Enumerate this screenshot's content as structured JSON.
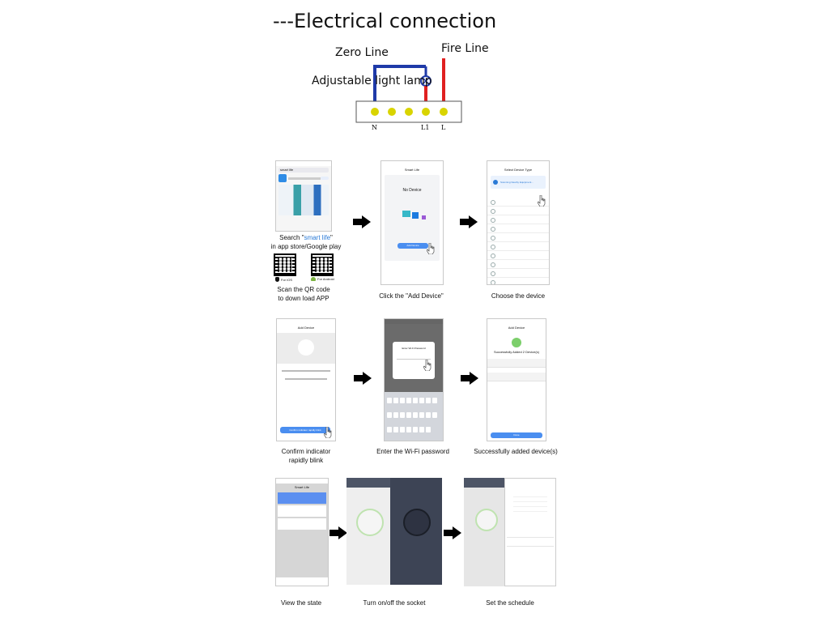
{
  "title": "---Electrical connection",
  "wiring": {
    "zero_line": "Zero Line",
    "fire_line": "Fire Line",
    "lamp": "Adjustable light lamp",
    "terminals": [
      "N",
      "L1",
      "L"
    ],
    "colors": {
      "neutral": "#1f3aa8",
      "live": "#e02020",
      "terminal": "#d9d400"
    }
  },
  "steps": {
    "search": {
      "caption_pre": "Search \"",
      "keyword": "smart life",
      "caption_post": "\"",
      "caption_line2": "in app store/Google play"
    },
    "qr": {
      "ios": "For IOS",
      "android": "For Android",
      "caption_line1": "Scan the QR code",
      "caption_line2": "to down load APP"
    },
    "add_device": {
      "caption": "Click the \"Add Device\"",
      "screen_title": "Smart Life",
      "no_device": "No Device",
      "button": "Add Device"
    },
    "choose": {
      "caption": "Choose the device",
      "screen_title": "Select Device Type",
      "scanning": "Scanning Nearby Equipment..."
    },
    "confirm": {
      "caption_line1": "Confirm indicator",
      "caption_line2": "rapidly blink",
      "screen_title": "Add Device",
      "button": "Confirm indicator rapidly blink"
    },
    "wifi": {
      "caption": "Enter the Wi-Fi password",
      "dialog_title": "Enter Wi-Fi Password"
    },
    "added": {
      "caption": "Successfully added device(s)",
      "screen_title": "Add Device",
      "message": "Successfully Added 2 Device(s)",
      "done": "Done"
    },
    "view": {
      "caption": "View the state",
      "screen_title": "Smart Life"
    },
    "toggle": {
      "caption": "Turn on/off the socket"
    },
    "schedule": {
      "caption": "Set the schedule"
    }
  }
}
